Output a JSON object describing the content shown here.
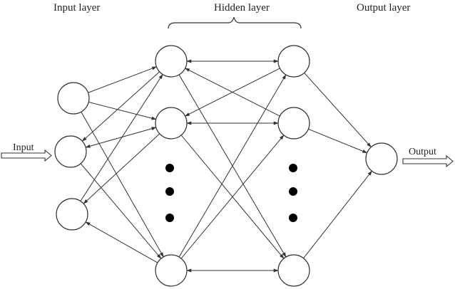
{
  "labels": {
    "input_layer": "Input layer",
    "hidden_layer": "Hidden layer",
    "output_layer": "Output layer",
    "input": "Input",
    "output": "Output"
  },
  "colors": {
    "stroke": "#333333",
    "dot": "#000000",
    "background": "#ffffff"
  }
}
